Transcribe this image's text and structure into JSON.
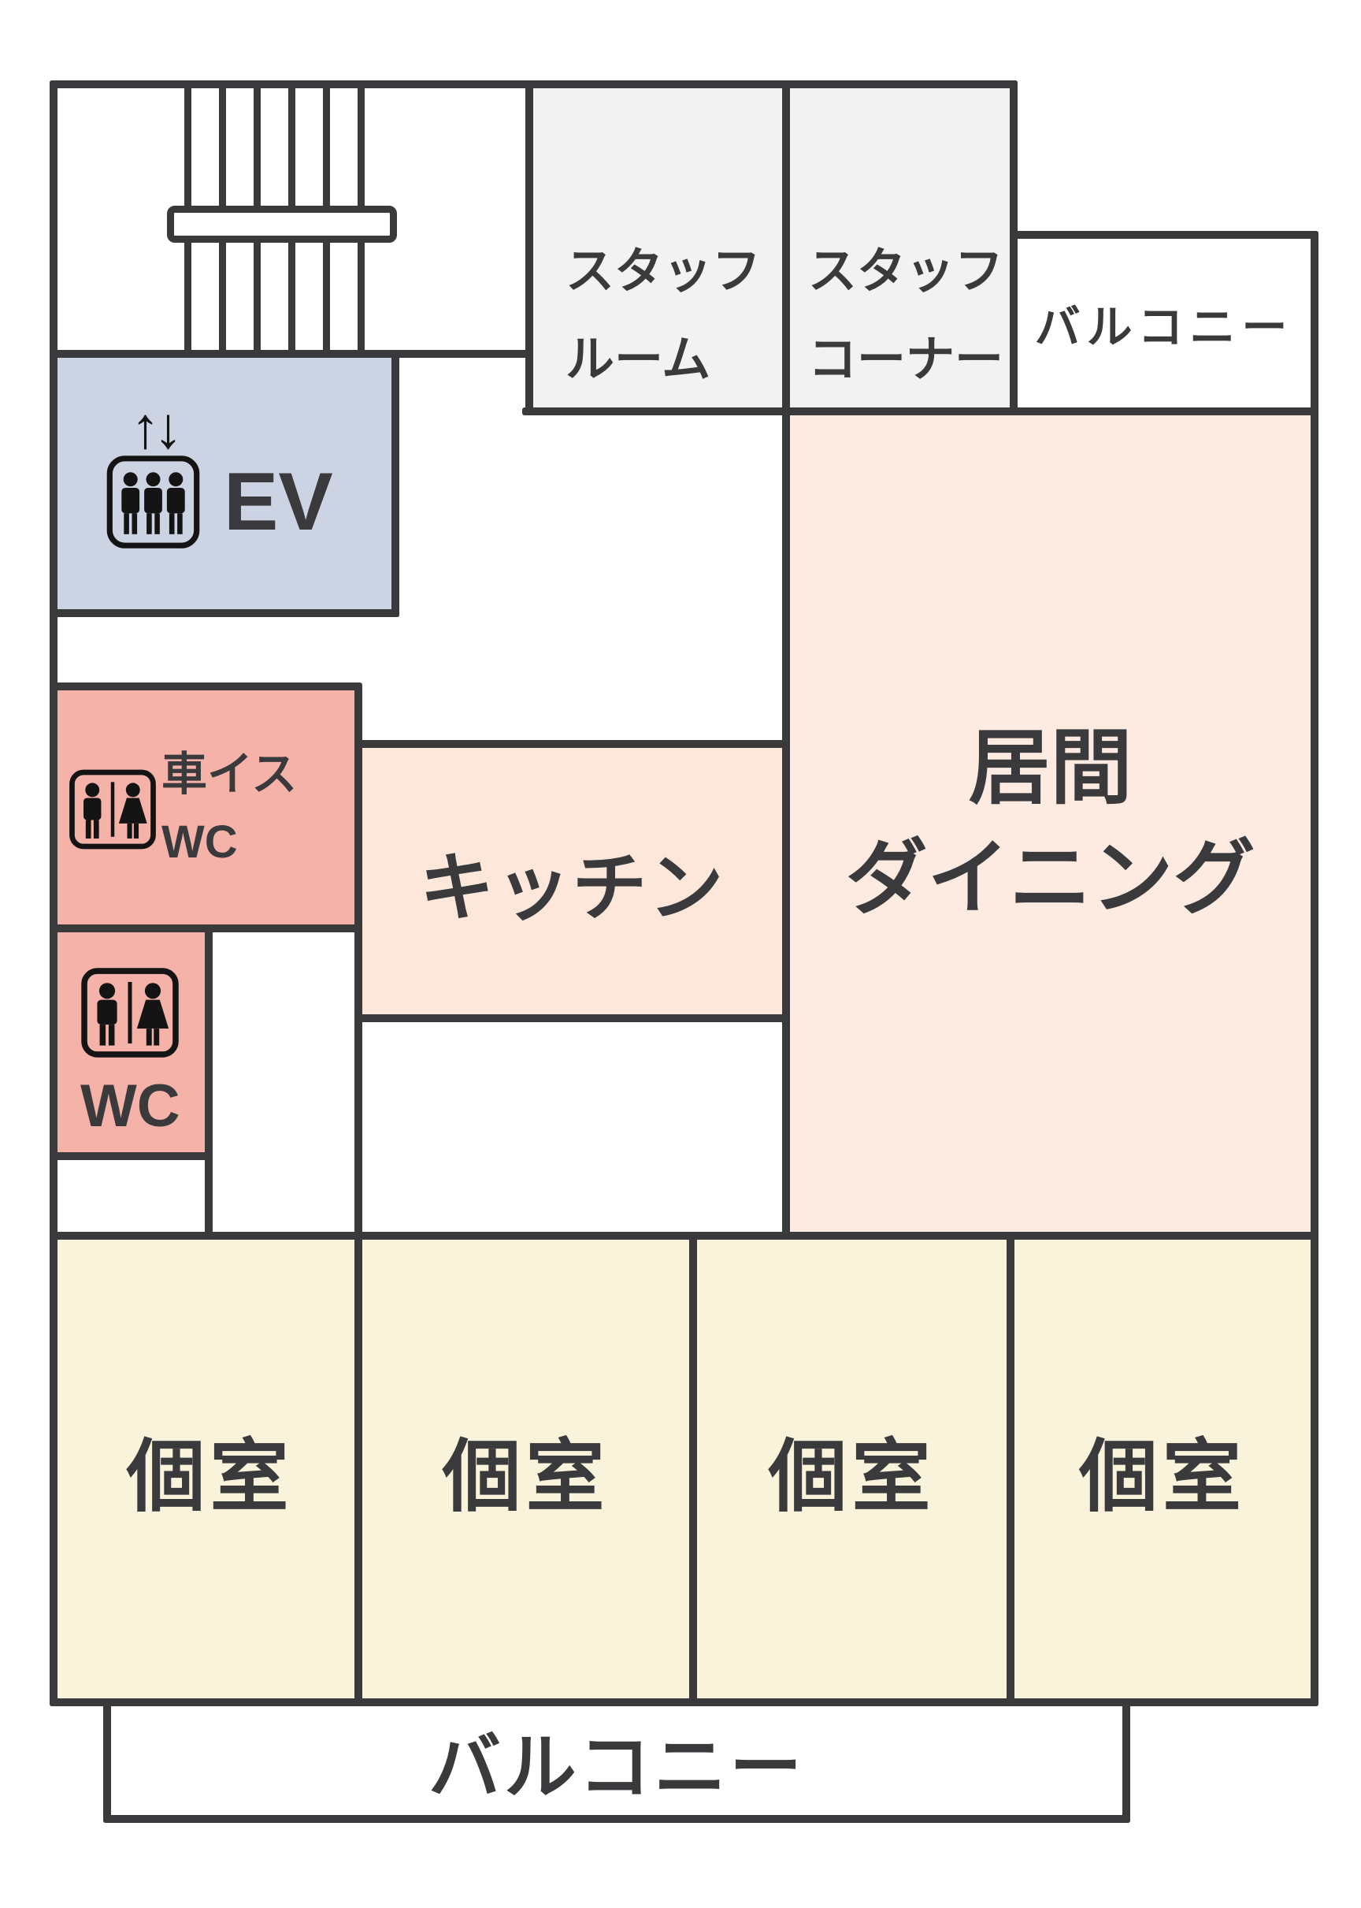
{
  "document": {
    "type": "floor-plan",
    "language": "ja"
  },
  "rooms": {
    "staircase": {
      "name": "staircase",
      "label": ""
    },
    "ev": {
      "label": "EV",
      "arrows": "↑↓"
    },
    "staff_room": {
      "line1": "スタッフ",
      "line2": "ルーム"
    },
    "staff_corner": {
      "line1": "スタッフ",
      "line2": "コーナー"
    },
    "balcony_top": {
      "label": "バルコニー"
    },
    "living_dining": {
      "line1": "居間",
      "line2": "ダイニング"
    },
    "kitchen": {
      "label": "キッチン"
    },
    "wheelchair_wc": {
      "line1": "車イス",
      "line2": "WC"
    },
    "wc": {
      "label": "WC"
    },
    "private_rooms": [
      {
        "label": "個室"
      },
      {
        "label": "個室"
      },
      {
        "label": "個室"
      },
      {
        "label": "個室"
      }
    ],
    "balcony_bottom": {
      "label": "バルコニー"
    }
  },
  "icons": {
    "elevator": "elevator-with-passengers-icon",
    "elevator_arrows": "up-down-arrows-icon",
    "restroom": "mens-womens-restroom-icon"
  },
  "colors": {
    "wall": "#3a3a3c",
    "staff_gray": "#f2f2f2",
    "ev_lavender": "#ccd3e3",
    "wc_salmon": "#f4b2a8",
    "kitchen_peach": "#fce7da",
    "living_peach": "#fdeae0",
    "private_room_cream": "#faf3dc",
    "balcony_white": "#ffffff"
  }
}
